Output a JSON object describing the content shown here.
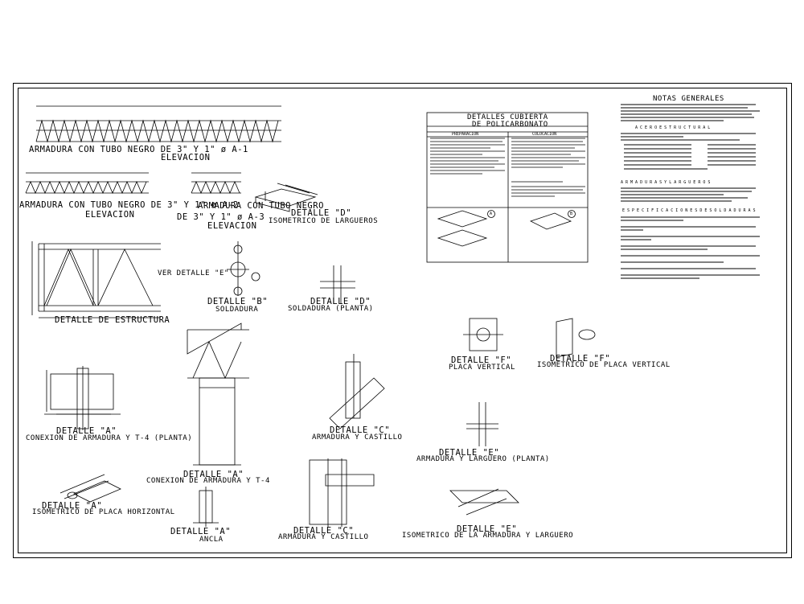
{
  "notes": {
    "title": "NOTAS GENERALES",
    "acero_heading": "A C E R O   E S T R U C T U R A L",
    "armaduras_heading": "A R M A D U R A S   Y   L A R G U E R O S",
    "soldaduras_heading": "E S P E C I F I C A C I O N E S   D E   S O L D A D U R A S"
  },
  "table": {
    "title_line1": "DETALLES CUBIERTA",
    "title_line2": "DE POLICARBONATO",
    "col_left": "PREPARACION",
    "col_right": "COLOCACION",
    "mark_a": "A",
    "mark_b": "B"
  },
  "labels": {
    "a1_title": "ARMADURA  CON TUBO NEGRO DE  3\" Y 1\" ø A-1",
    "a1_sub": "ELEVACION",
    "a2_title": "ARMADURA  CON TUBO NEGRO DE  3\" Y 1\" ø A-2",
    "a2_sub": "ELEVACION",
    "a3_title1": "ARMADURA  CON TUBO NEGRO",
    "a3_title2": "DE  3\" Y 1\" ø A-3",
    "a3_sub": "ELEVACION",
    "dD1_title": "DETALLE \"D\"",
    "dD1_sub": "ISOMETRICO DE LARGUEROS",
    "estructura": "DETALLE DE ESTRUCTURA",
    "dB_title": "DETALLE \"B\"",
    "dB_sub": "SOLDADURA",
    "dD2_title": "DETALLE \"D\"",
    "dD2_sub": "SOLDADURA (PLANTA)",
    "dA1_title": "DETALLE \"A\"",
    "dA1_sub": "CONEXION DE ARMADURA Y T-4 (PLANTA)",
    "dA2_title": "DETALLE \"A\"",
    "dA2_sub": "CONEXION DE ARMADURA Y T-4",
    "dC1_title": "DETALLE \"C\"",
    "dC1_sub": "ARMADURA Y CASTILLO",
    "dA3_title": "DETALLE \"A\"",
    "dA3_sub": "ISOMETRICO DE PLACA HORIZONTAL",
    "dA4_title": "DETALLE \"A\"",
    "dA4_sub": "ANCLA",
    "dC2_title": "DETALLE \"C\"",
    "dC2_sub": "ARMADURA Y CASTILLO",
    "dF1_title": "DETALLE \"F\"",
    "dF1_sub": "PLACA VERTICAL",
    "dF2_title": "DETALLE \"F\"",
    "dF2_sub": "ISOMETRICO DE PLACA VERTICAL",
    "dE1_title": "DETALLE \"E\"",
    "dE1_sub": "ARMADURA Y LARGUERO (PLANTA)",
    "dE2_title": "DETALLE \"E\"",
    "dE2_sub": "ISOMETRICO DE LA ARMADURA Y LARGUERO",
    "ver_detalle_e": "VER DETALLE \"E\""
  }
}
